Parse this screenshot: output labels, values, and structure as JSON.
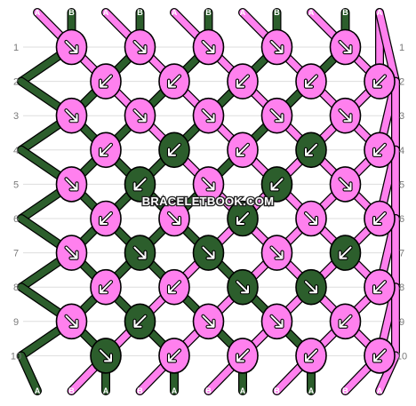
{
  "watermark": "BRACELETBOOK.COM",
  "colors": {
    "A": "#ff80ee",
    "B": "#2c5e2c",
    "outline": "#000000",
    "row_line": "#dddddd",
    "label_text": "#7a7a7a",
    "arrow": "#ffffff"
  },
  "strings": [
    "A",
    "B",
    "A",
    "B",
    "A",
    "B",
    "A",
    "B",
    "A",
    "B",
    "A"
  ],
  "top_labels": [
    "A",
    "B",
    "A",
    "B",
    "A",
    "B",
    "A",
    "B",
    "A",
    "B",
    "A"
  ],
  "bottom_labels": [
    "A",
    "B",
    "A",
    "B",
    "A",
    "B",
    "A",
    "B",
    "A",
    "B",
    "A"
  ],
  "row_labels": [
    "1",
    "2",
    "3",
    "4",
    "5",
    "6",
    "7",
    "8",
    "9",
    "10"
  ],
  "pattern": [
    [
      {
        "c": "A",
        "d": "f"
      },
      {
        "c": "A",
        "d": "f"
      },
      {
        "c": "A",
        "d": "f"
      },
      {
        "c": "A",
        "d": "f"
      },
      {
        "c": "A",
        "d": "f"
      }
    ],
    [
      {
        "c": "A",
        "d": "b"
      },
      {
        "c": "A",
        "d": "b"
      },
      {
        "c": "A",
        "d": "b"
      },
      {
        "c": "A",
        "d": "b"
      },
      {
        "c": "A",
        "d": "b"
      }
    ],
    [
      {
        "c": "A",
        "d": "f"
      },
      {
        "c": "A",
        "d": "f"
      },
      {
        "c": "A",
        "d": "f"
      },
      {
        "c": "A",
        "d": "f"
      },
      {
        "c": "A",
        "d": "f"
      }
    ],
    [
      {
        "c": "A",
        "d": "b"
      },
      {
        "c": "B",
        "d": "b"
      },
      {
        "c": "A",
        "d": "b"
      },
      {
        "c": "B",
        "d": "b"
      },
      {
        "c": "A",
        "d": "b"
      }
    ],
    [
      {
        "c": "A",
        "d": "f"
      },
      {
        "c": "B",
        "d": "b"
      },
      {
        "c": "A",
        "d": "f"
      },
      {
        "c": "B",
        "d": "b"
      },
      {
        "c": "A",
        "d": "f"
      }
    ],
    [
      {
        "c": "A",
        "d": "b"
      },
      {
        "c": "A",
        "d": "f"
      },
      {
        "c": "B",
        "d": "b"
      },
      {
        "c": "A",
        "d": "f"
      },
      {
        "c": "A",
        "d": "b"
      }
    ],
    [
      {
        "c": "A",
        "d": "f"
      },
      {
        "c": "B",
        "d": "f"
      },
      {
        "c": "B",
        "d": "f"
      },
      {
        "c": "A",
        "d": "f"
      },
      {
        "c": "B",
        "d": "b"
      }
    ],
    [
      {
        "c": "A",
        "d": "b"
      },
      {
        "c": "A",
        "d": "b"
      },
      {
        "c": "B",
        "d": "f"
      },
      {
        "c": "B",
        "d": "f"
      },
      {
        "c": "A",
        "d": "b"
      }
    ],
    [
      {
        "c": "A",
        "d": "f"
      },
      {
        "c": "B",
        "d": "b"
      },
      {
        "c": "A",
        "d": "f"
      },
      {
        "c": "A",
        "d": "f"
      },
      {
        "c": "A",
        "d": "b"
      }
    ],
    [
      {
        "c": "B",
        "d": "f"
      },
      {
        "c": "A",
        "d": "b"
      },
      {
        "c": "A",
        "d": "b"
      },
      {
        "c": "A",
        "d": "b"
      },
      {
        "c": "A",
        "d": "b"
      }
    ]
  ]
}
